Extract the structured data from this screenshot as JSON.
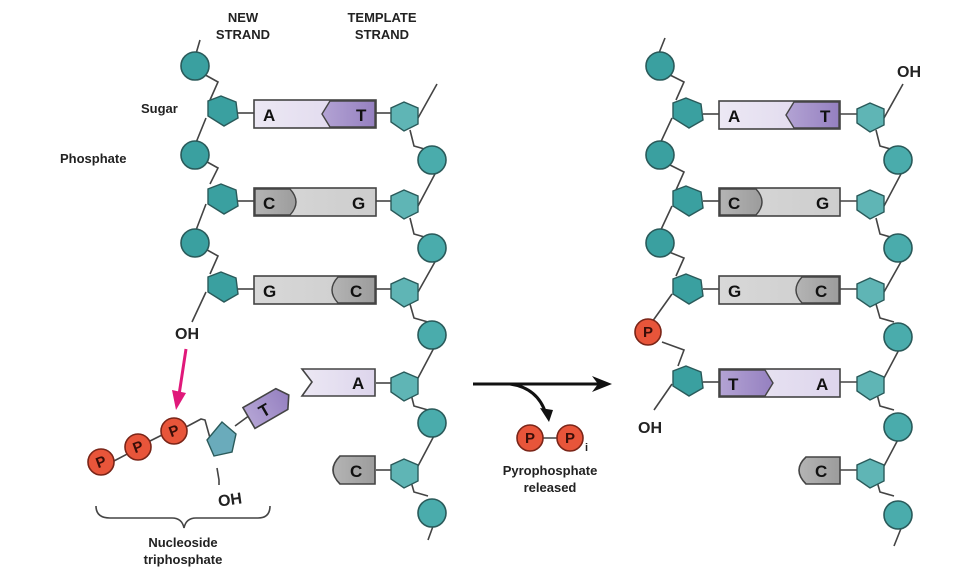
{
  "labels": {
    "new_strand_1": "NEW",
    "new_strand_2": "STRAND",
    "template_strand_1": "TEMPLATE",
    "template_strand_2": "STRAND",
    "sugar": "Sugar",
    "phosphate": "Phosphate",
    "oh": "OH",
    "nucleoside_1": "Nucleoside",
    "nucleoside_2": "triphosphate",
    "pyro_1": "Pyrophosphate",
    "pyro_2": "released",
    "phosphate_symbol": "P",
    "inorganic_subscript": "i"
  },
  "left_panel": {
    "pairs": [
      {
        "new": "A",
        "template": "T"
      },
      {
        "new": "C",
        "template": "G"
      },
      {
        "new": "G",
        "template": "C"
      }
    ],
    "incoming_nucleotide": "T",
    "template_unpaired": [
      "A",
      "C"
    ]
  },
  "right_panel": {
    "pairs": [
      {
        "new": "A",
        "template": "T"
      },
      {
        "new": "C",
        "template": "G"
      },
      {
        "new": "G",
        "template": "C"
      },
      {
        "new": "T",
        "template": "A"
      }
    ],
    "template_unpaired": [
      "C"
    ]
  },
  "colors": {
    "backbone_teal": "#3aa0a0",
    "phosphate_red": "#e8553a",
    "arrow_magenta": "#e0187a",
    "purine_purple": "#a38fc7",
    "light_purple": "#e4def0",
    "gray_dark": "#a8a8a8",
    "gray_light": "#d4d4d4"
  }
}
